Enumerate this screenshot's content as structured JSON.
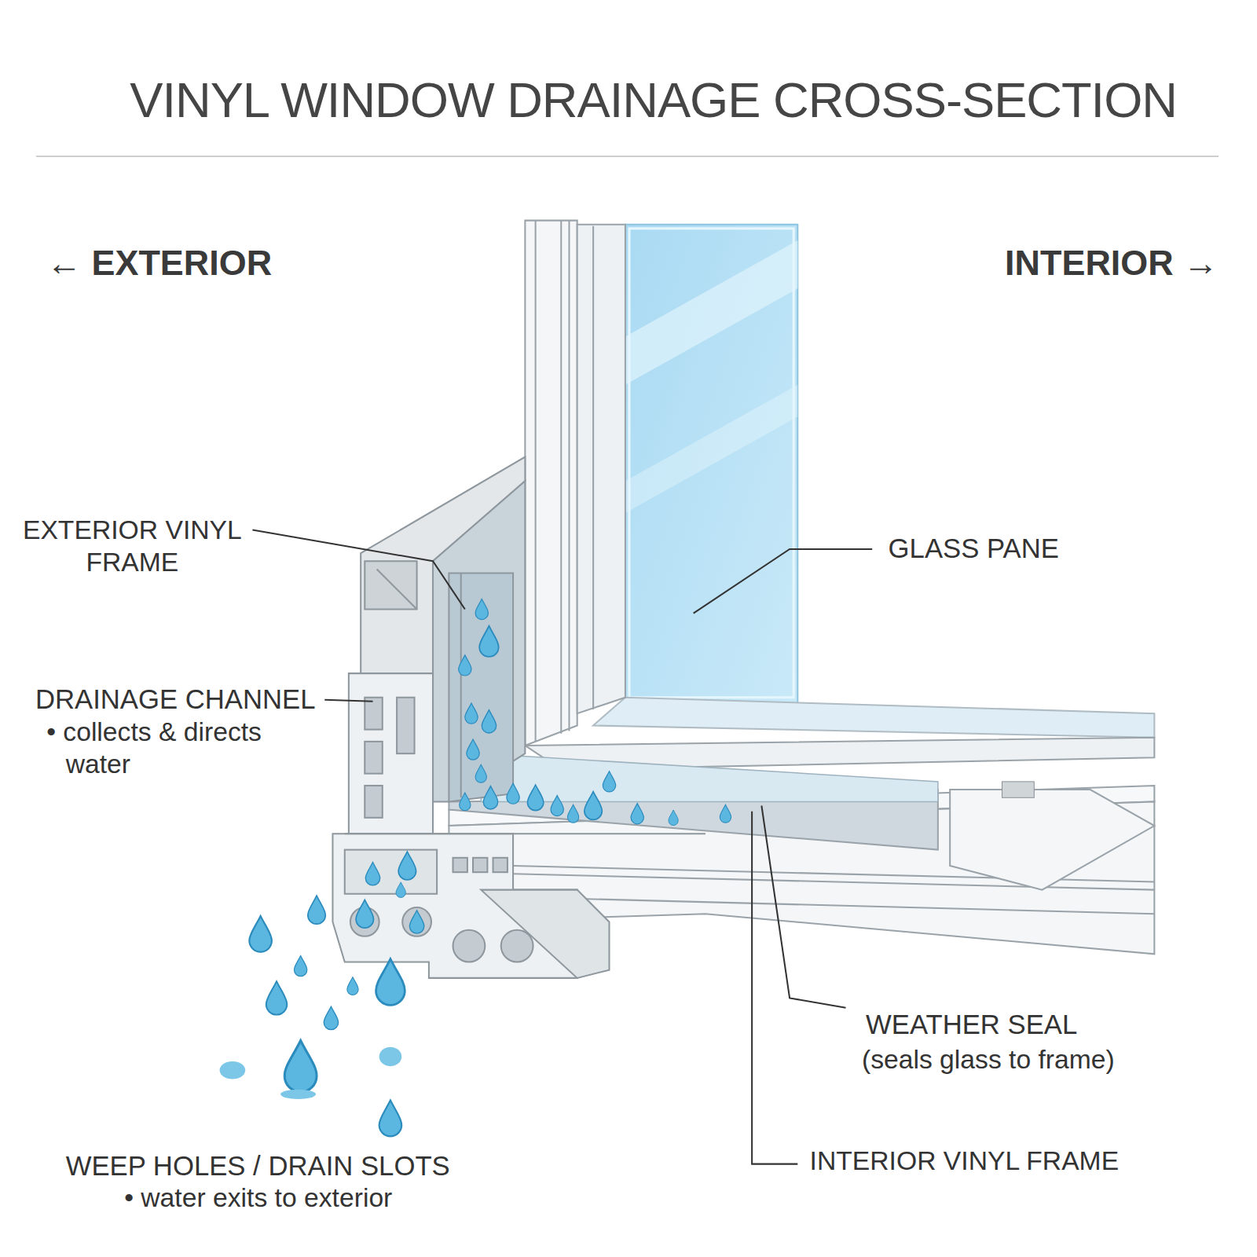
{
  "diagram": {
    "title": "VINYL WINDOW DRAINAGE CROSS-SECTION",
    "labels": [
      "← EXTERIOR",
      "INTERIOR →",
      "EXTERIOR VINYL FRAME",
      "GLASS PANE",
      "DRAINAGE CHANNEL",
      "• collects & directs water",
      "WEATHER SEAL",
      "(seals glass to frame)",
      "WEEP HOLES / DRAIN SLOTS",
      "• water exits to exterior",
      "INTERIOR VINYL FRAME"
    ]
  }
}
